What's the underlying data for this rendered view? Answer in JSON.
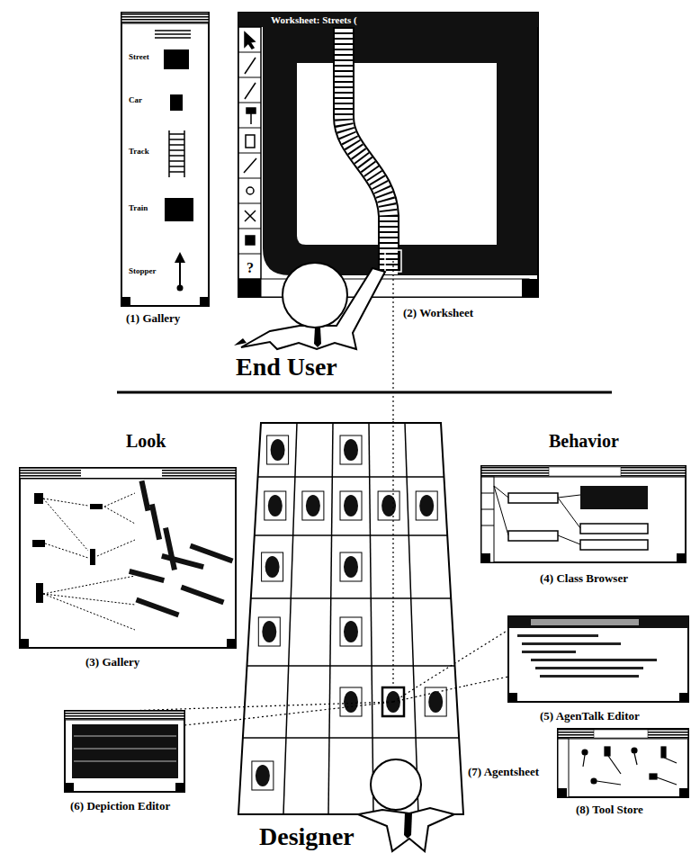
{
  "diagram": {
    "nodes": [
      {
        "text": [
          "Street",
          "Car",
          "Track",
          "Train",
          "Stopper",
          "(1) Gallery"
        ]
      },
      {
        "text": [
          "Worksheet: Streets (",
          "?",
          "(2) Worksheet"
        ]
      },
      {
        "text": [
          "(3) Gallery"
        ]
      },
      {
        "text": [
          "(4) Class Browser"
        ]
      },
      {
        "text": [
          "(5) AgenTalk Editor"
        ]
      },
      {
        "text": [
          "(6) Depiction Editor"
        ]
      },
      {
        "text": [
          "(7) Agentsheet"
        ]
      },
      {
        "text": [
          "(8) Tool Store"
        ]
      }
    ],
    "edges": [
      {
        "from": 1,
        "to": 6,
        "arrow": "none"
      },
      {
        "from": 6,
        "to": 5,
        "arrow": "none"
      },
      {
        "from": 6,
        "to": 4,
        "arrow": "none"
      }
    ],
    "labels": [
      "End User",
      "Look",
      "Behavior",
      "Designer"
    ]
  }
}
